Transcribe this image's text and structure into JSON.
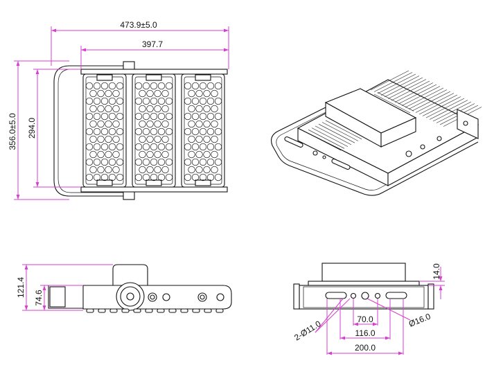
{
  "front_view": {
    "overall_width": "473.9±5.0",
    "module_width": "397.7",
    "overall_height": "356.0±5.0",
    "module_height": "294.0"
  },
  "side_view": {
    "total_depth": "121.4",
    "body_depth": "74.6"
  },
  "rear_view": {
    "top_offset": "14.0",
    "hole_pitch_inner": "70.0",
    "hole_pitch_mid": "116.0",
    "slot_span": "200.0",
    "small_holes": "2-Ø11.0",
    "center_hole": "Ø16.0"
  }
}
